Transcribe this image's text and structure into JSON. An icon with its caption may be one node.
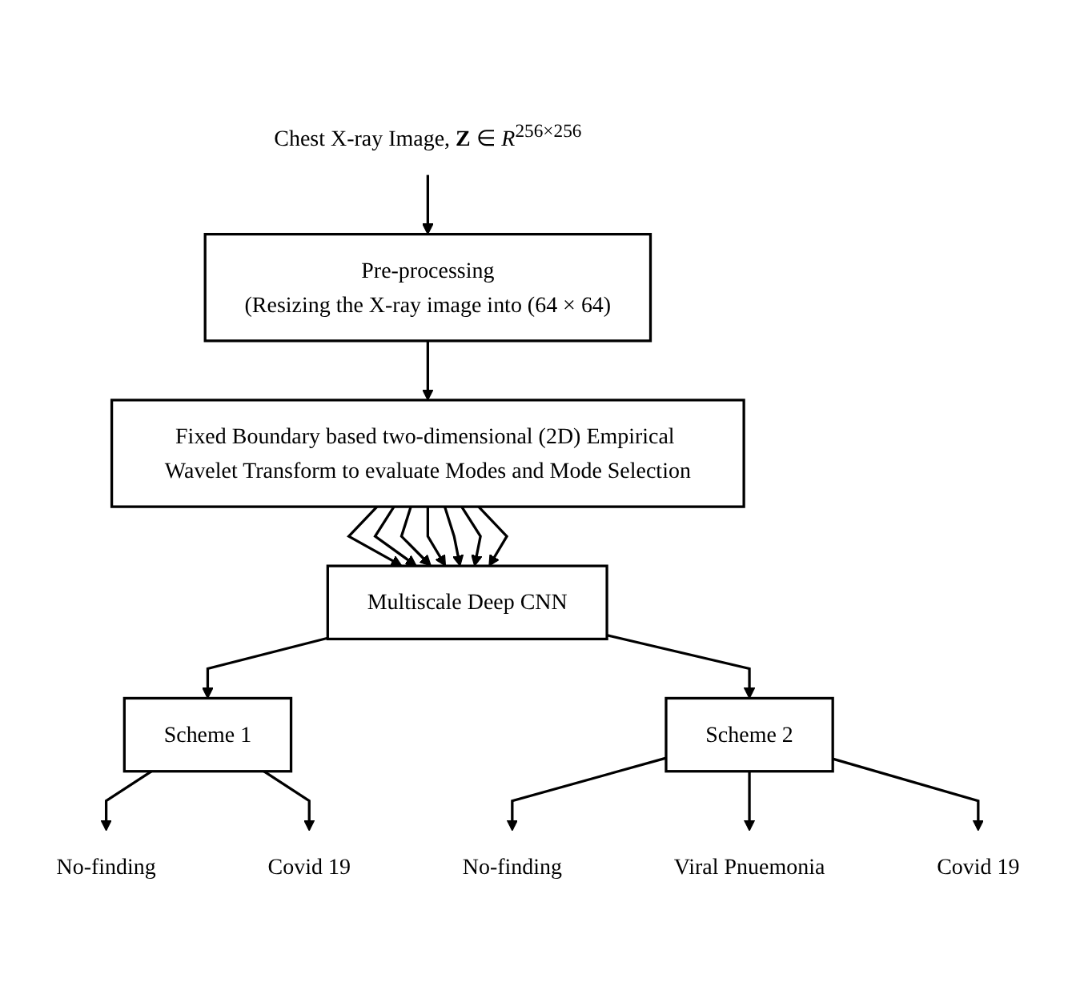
{
  "diagram": {
    "nodes": [
      {
        "text": [
          "Chest X-ray Image, **Z** ∈ *R*$^{256×256}$"
        ]
      },
      {
        "text": [
          "Pre-processing",
          "(Resizing the X-ray image into (64 × 64)"
        ]
      },
      {
        "text": [
          "Fixed Boundary based two-dimensional (2D) Empirical Wavelet Transform to evaluate Modes and Mode Selection"
        ]
      },
      {
        "text": [
          "Multiscale Deep CNN"
        ]
      },
      {
        "text": [
          "Scheme 1"
        ]
      },
      {
        "text": [
          "Scheme 2"
        ]
      },
      {
        "text": [
          "No-finding"
        ]
      },
      {
        "text": [
          "Covid 19"
        ]
      },
      {
        "text": [
          "No-finding"
        ]
      },
      {
        "text": [
          "Viral Pnuemonia"
        ]
      },
      {
        "text": [
          "Covid 19"
        ]
      }
    ],
    "edges": [
      {
        "from": 0,
        "to": 1,
        "arrow": "to"
      },
      {
        "from": 1,
        "to": 2,
        "arrow": "to"
      },
      {
        "from": 2,
        "to": 3,
        "arrow": "to"
      },
      {
        "from": 2,
        "to": 3,
        "arrow": "to"
      },
      {
        "from": 2,
        "to": 3,
        "arrow": "to"
      },
      {
        "from": 2,
        "to": 3,
        "arrow": "to"
      },
      {
        "from": 2,
        "to": 3,
        "arrow": "to"
      },
      {
        "from": 2,
        "to": 3,
        "arrow": "to"
      },
      {
        "from": 2,
        "to": 3,
        "arrow": "to"
      },
      {
        "from": 3,
        "to": 4,
        "arrow": "to"
      },
      {
        "from": 3,
        "to": 5,
        "arrow": "to"
      },
      {
        "from": 4,
        "to": 6,
        "arrow": "to"
      },
      {
        "from": 4,
        "to": 7,
        "arrow": "to"
      },
      {
        "from": 5,
        "to": 8,
        "arrow": "to"
      },
      {
        "from": 5,
        "to": 9,
        "arrow": "to"
      },
      {
        "from": 5,
        "to": 10,
        "arrow": "to"
      }
    ]
  }
}
